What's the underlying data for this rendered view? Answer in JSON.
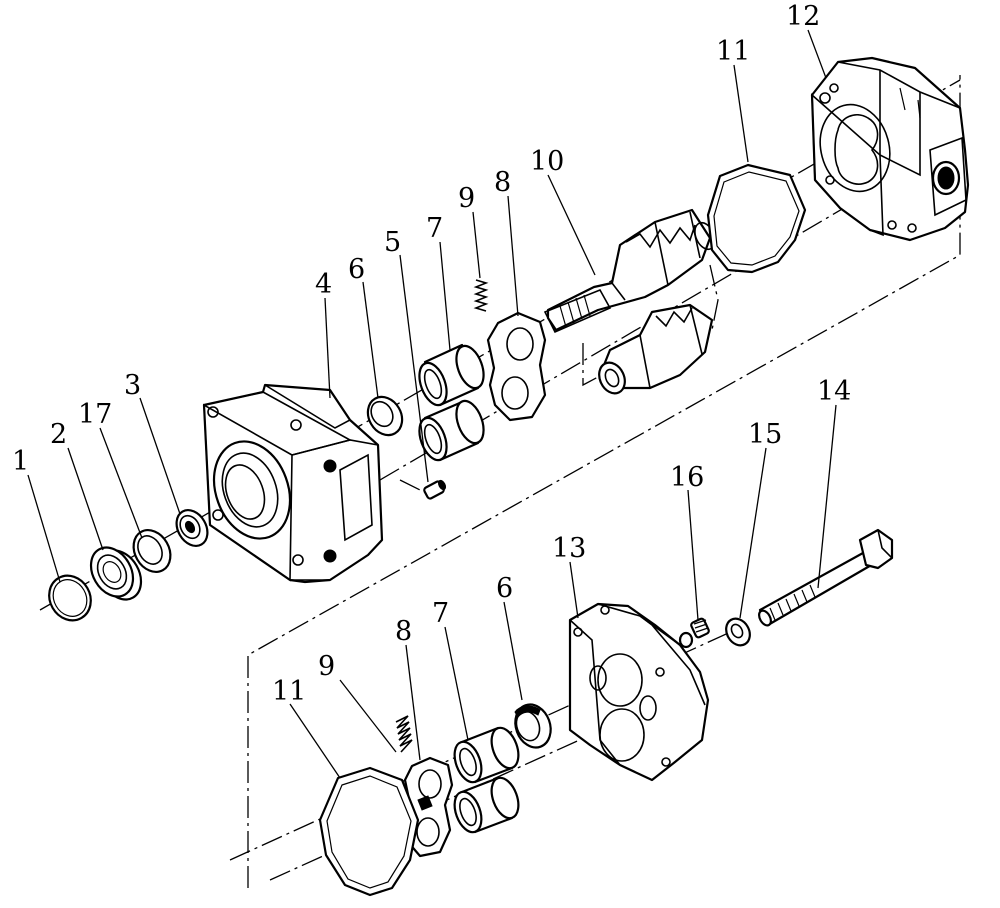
{
  "callouts": {
    "p1": "1",
    "p2": "2",
    "p17": "17",
    "p3": "3",
    "p4": "4",
    "p6a": "6",
    "p5": "5",
    "p7a": "7",
    "p9a": "9",
    "p8a": "8",
    "p10": "10",
    "p11a": "11",
    "p12": "12",
    "p14": "14",
    "p15": "15",
    "p16": "16",
    "p13": "13",
    "p6b": "6",
    "p7b": "7",
    "p8b": "8",
    "p9b": "9",
    "p11b": "11"
  }
}
